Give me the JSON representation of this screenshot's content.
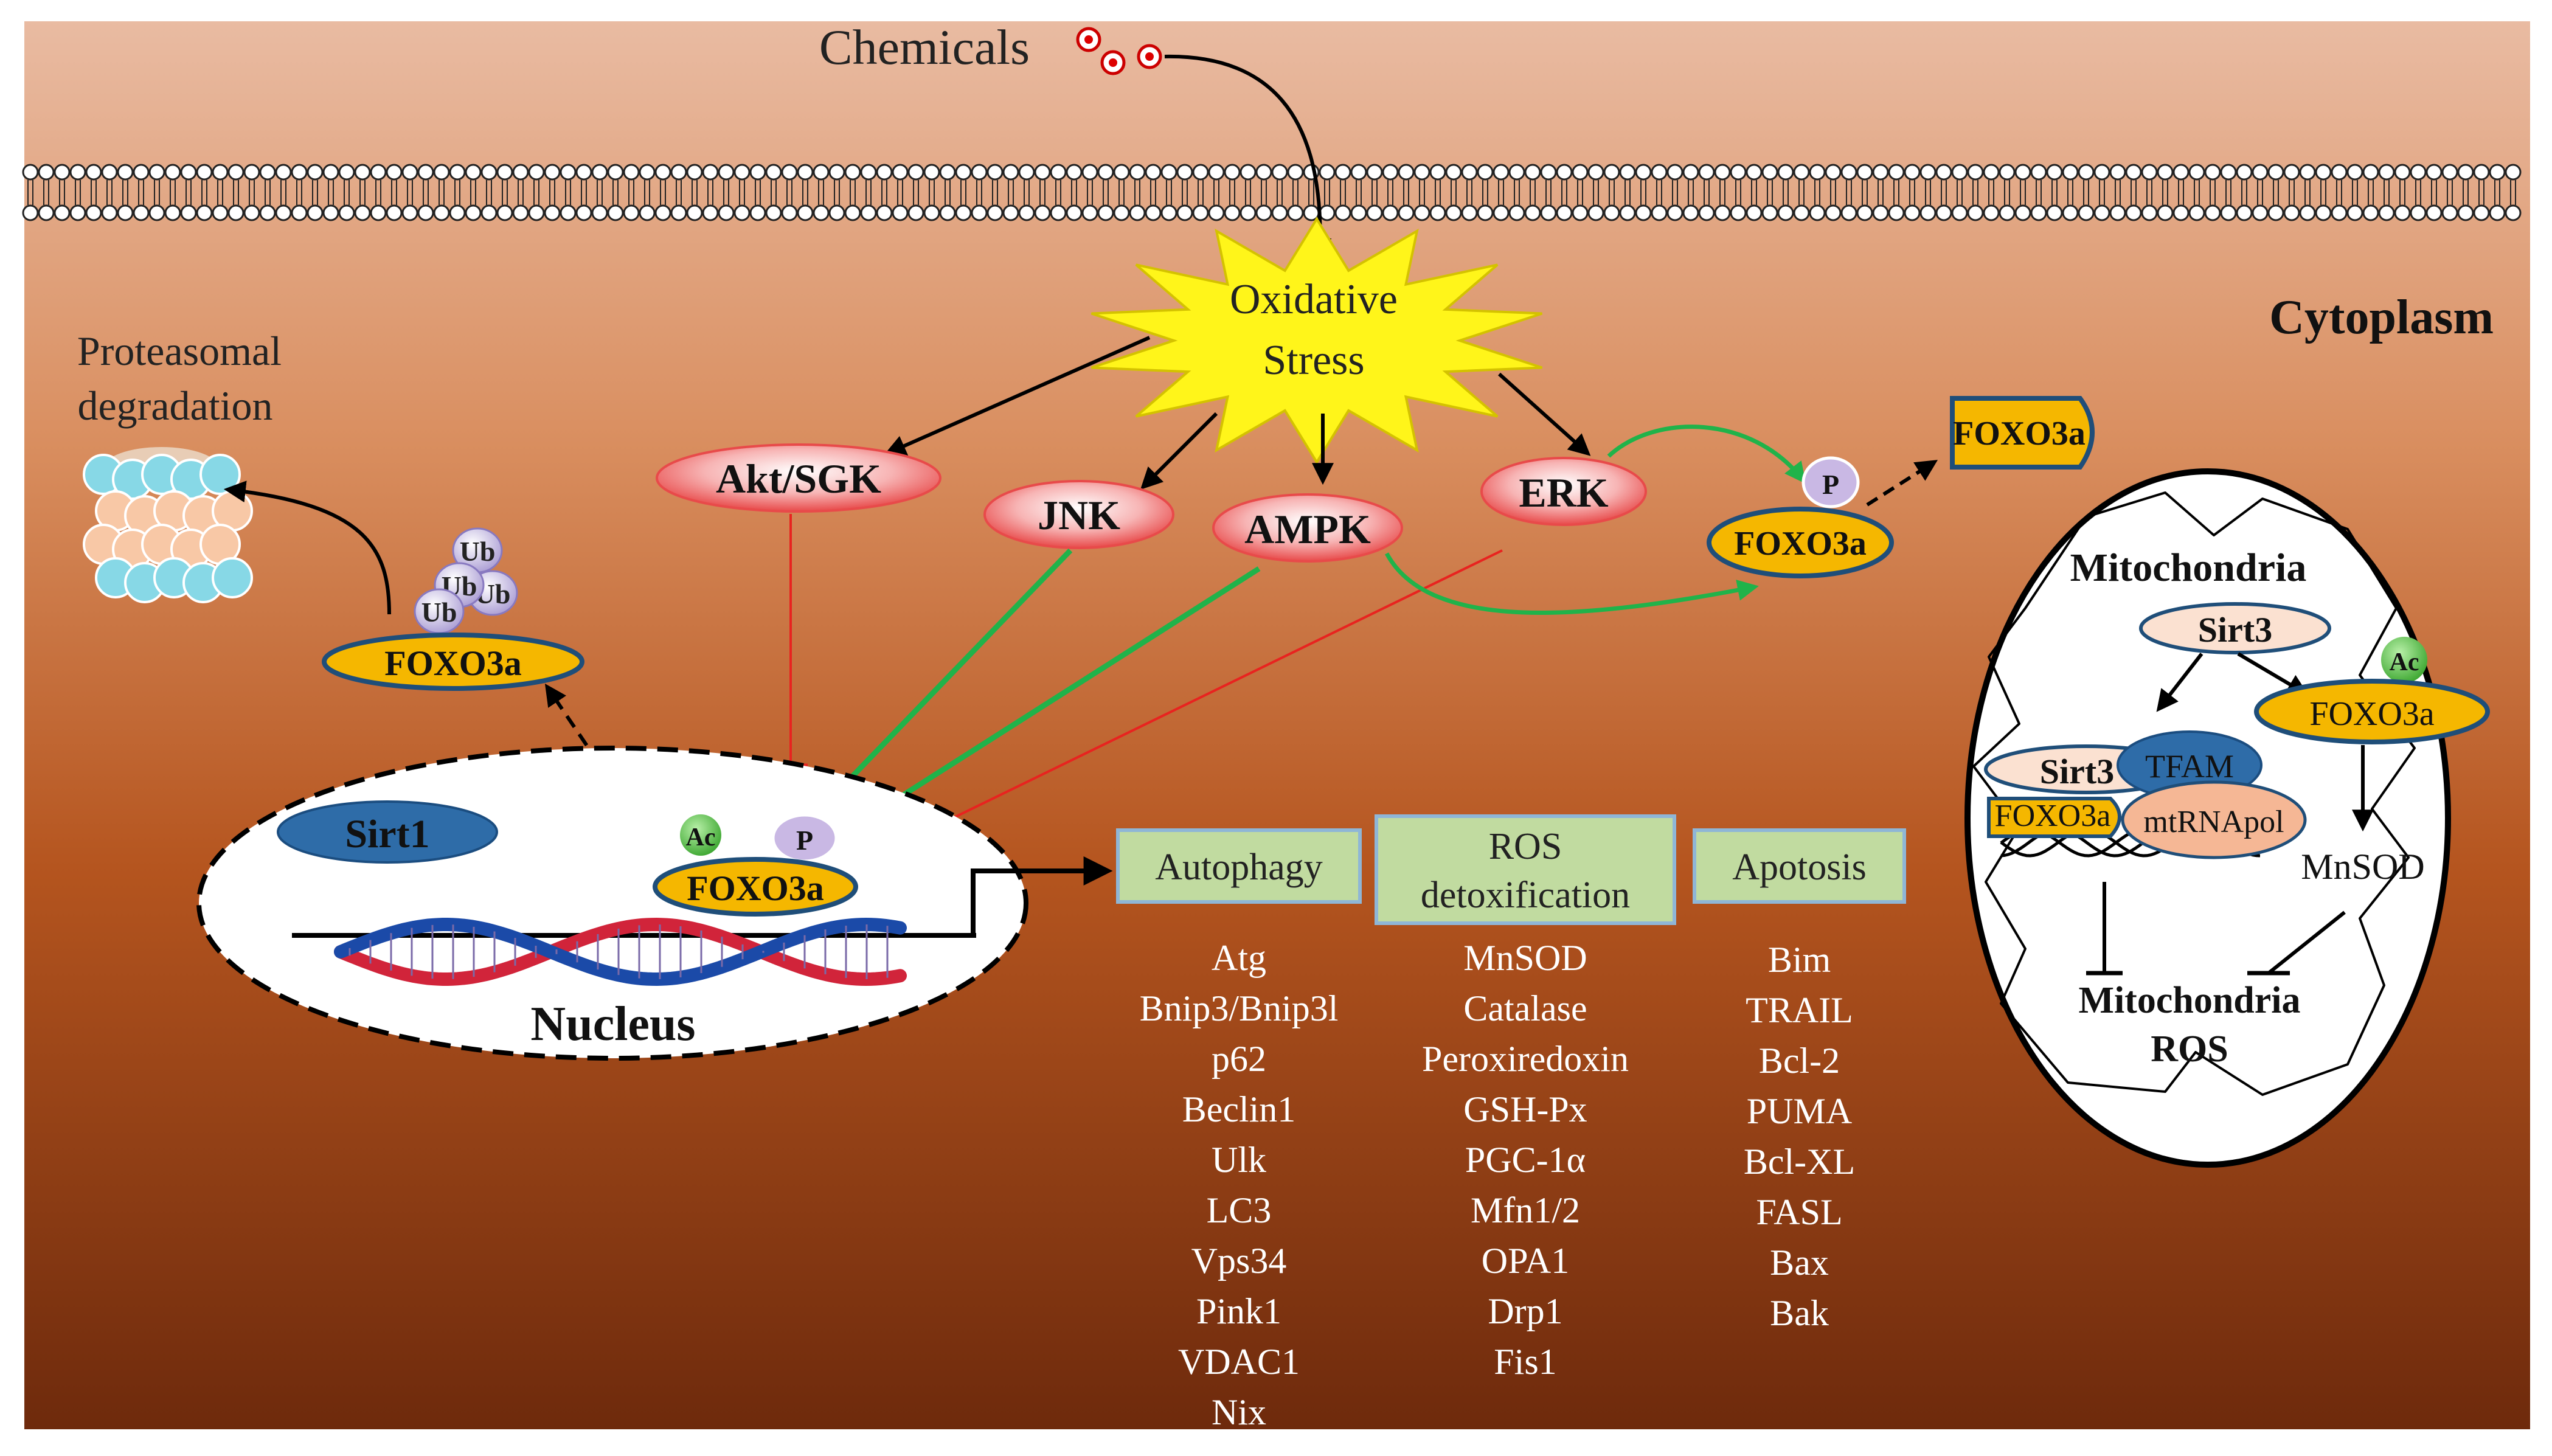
{
  "labels": {
    "chemicals": "Chemicals",
    "oxidative_stress_line1": "Oxidative",
    "oxidative_stress_line2": "Stress",
    "cytoplasm": "Cytoplasm",
    "proteasomal_line1": "Proteasomal",
    "proteasomal_line2": "degradation",
    "nucleus": "Nucleus",
    "mitochondria": "Mitochondria",
    "mito_ros_line1": "Mitochondria",
    "mito_ros_line2": "ROS"
  },
  "kinases": {
    "akt_sgk": "Akt/SGK",
    "jnk": "JNK",
    "ampk": "AMPK",
    "erk": "ERK"
  },
  "proteins": {
    "foxo3a": "FOXO3a",
    "sirt1": "Sirt1",
    "sirt3": "Sirt3",
    "tfam": "TFAM",
    "mtrnapol": "mtRNApol",
    "mnsod": "MnSOD"
  },
  "modifications": {
    "ubiquitin": "Ub",
    "acetyl": "Ac",
    "phospho": "P"
  },
  "target_groups": [
    {
      "title": [
        "Autophagy"
      ],
      "genes": [
        "Atg",
        "Bnip3/Bnip3l",
        "p62",
        "Beclin1",
        "Ulk",
        "LC3",
        "Vps34",
        "Pink1",
        "VDAC1",
        "Nix"
      ]
    },
    {
      "title": [
        "ROS",
        "detoxification"
      ],
      "genes": [
        "MnSOD",
        "Catalase",
        "Peroxiredoxin",
        "GSH-Px",
        "PGC-1α",
        "Mfn1/2",
        "OPA1",
        "Drp1",
        "Fis1"
      ]
    },
    {
      "title": [
        "Apotosis"
      ],
      "genes": [
        "Bim",
        "TRAIL",
        "Bcl-2",
        "PUMA",
        "Bcl-XL",
        "FASL",
        "Bax",
        "Bak"
      ]
    }
  ],
  "colors": {
    "bg_top": "#e7b79d",
    "bg_bottom": "#6e2a0c",
    "activation_arrow": "#20b34a",
    "inhibition_line": "#e8231f",
    "foxo_fill": "#f5b700",
    "foxo_stroke": "#1f4e79",
    "kinase_red": "#ee4e4e",
    "sirt_blue": "#2e6ca8",
    "box_green": "#c1dba0",
    "burst_yellow": "#fff51a",
    "ub_purple": "#b8a9d9",
    "ac_green": "#5cc24e",
    "target_text": "#ffffff"
  }
}
